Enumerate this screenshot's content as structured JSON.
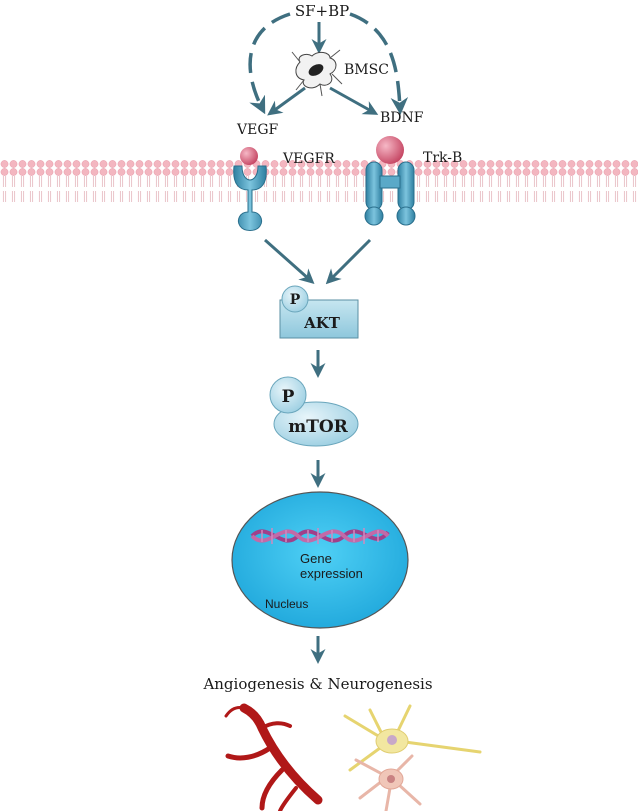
{
  "labels": {
    "sf_bp": "SF+BP",
    "bmsc": "BMSC",
    "vegf": "VEGF",
    "bdnf": "BDNF",
    "vegfr": "VEGFR",
    "trkb": "Trk-B",
    "p_akt": "P",
    "akt": "AKT",
    "p_mtor": "P",
    "mtor": "mTOR",
    "gene_line1": "Gene",
    "gene_line2": "expression",
    "nucleus": "Nucleus",
    "outcome": "Angiogenesis & Neurogenesis"
  },
  "colors": {
    "arrow": "#3f6f80",
    "receptor": "#5aa9c8",
    "receptor_dark": "#2e7fa0",
    "ligand": "#d9627a",
    "membrane_head": "#f3b6c0",
    "nucleus": "#2ab8e8",
    "box_fill": "#a8d8e8",
    "dna": "#a0408a",
    "vessel": "#b01818",
    "neuron_yellow": "#f2e7a0",
    "neuron_pink": "#f0c6b8"
  },
  "icons": {
    "bmsc": "stem-cell-icon",
    "dna": "dna-helix-icon",
    "vessel": "blood-vessel-icon",
    "neurons": "neuron-icon"
  }
}
